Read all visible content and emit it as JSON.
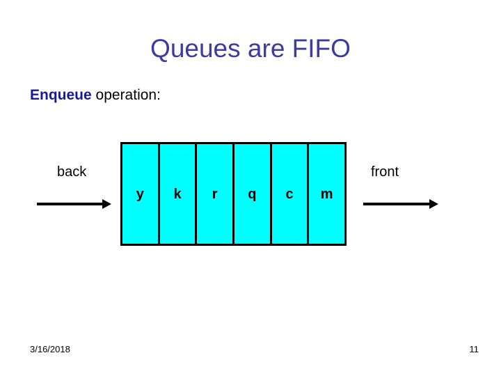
{
  "slide": {
    "title": "Queues are FIFO",
    "title_color": "#3b3ba0",
    "background": "#ffffff"
  },
  "body": {
    "keyword": "Enqueue",
    "keyword_color": "#19199c",
    "rest": " operation:"
  },
  "diagram": {
    "type": "queue",
    "cell_fill": "#00ffff",
    "border_color": "#000000",
    "back_label": "back",
    "front_label": "front",
    "cells": [
      {
        "value": "y"
      },
      {
        "value": "k"
      },
      {
        "value": "r"
      },
      {
        "value": "q"
      },
      {
        "value": "c"
      },
      {
        "value": "m"
      }
    ]
  },
  "footer": {
    "date": "3/16/2018",
    "page_number": "11"
  }
}
